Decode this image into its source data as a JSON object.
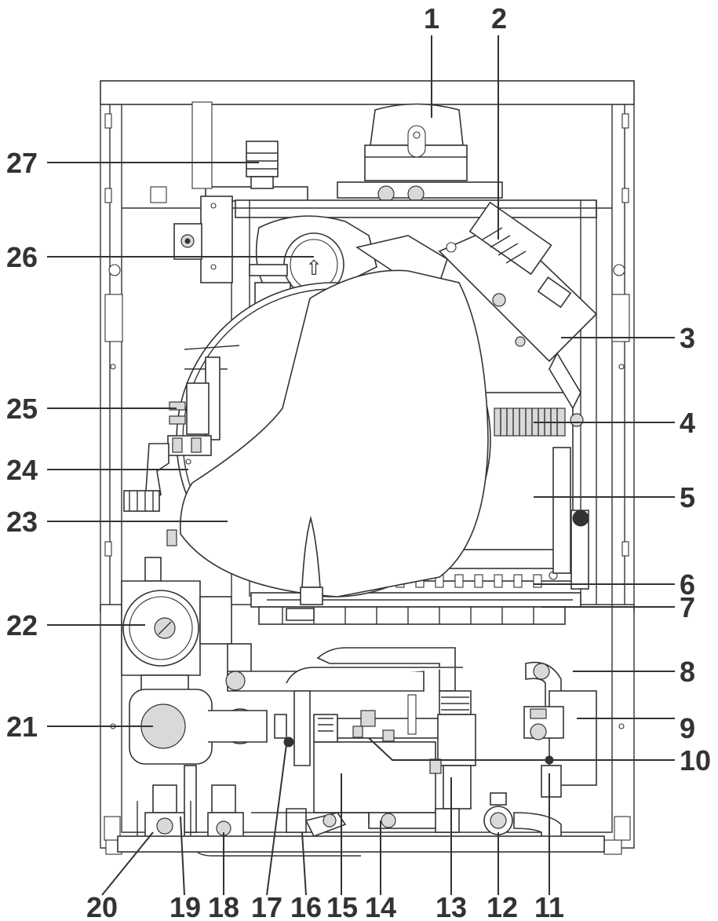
{
  "diagram": {
    "subject": "boiler internal components",
    "callouts": [
      {
        "num": "1"
      },
      {
        "num": "2"
      },
      {
        "num": "3"
      },
      {
        "num": "4"
      },
      {
        "num": "5"
      },
      {
        "num": "6"
      },
      {
        "num": "7"
      },
      {
        "num": "8"
      },
      {
        "num": "9"
      },
      {
        "num": "10"
      },
      {
        "num": "11"
      },
      {
        "num": "12"
      },
      {
        "num": "13"
      },
      {
        "num": "14"
      },
      {
        "num": "15"
      },
      {
        "num": "16"
      },
      {
        "num": "17"
      },
      {
        "num": "18"
      },
      {
        "num": "19"
      },
      {
        "num": "20"
      },
      {
        "num": "21"
      },
      {
        "num": "22"
      },
      {
        "num": "23"
      },
      {
        "num": "24"
      },
      {
        "num": "25"
      },
      {
        "num": "26"
      },
      {
        "num": "27"
      }
    ],
    "icons": {
      "fan_arrow": "up-arrow-icon"
    }
  }
}
